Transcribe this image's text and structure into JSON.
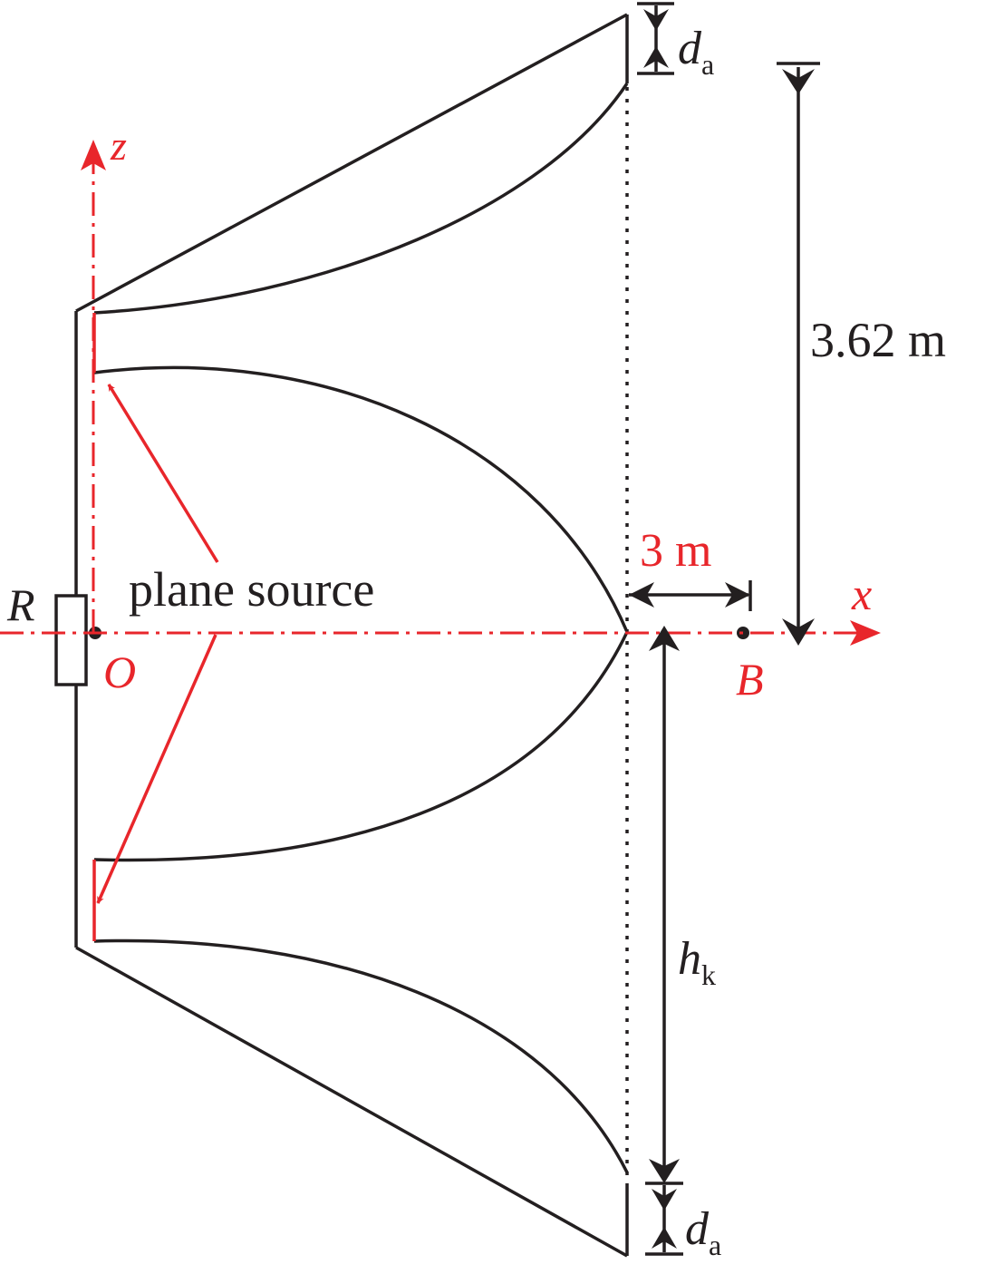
{
  "labels": {
    "z_axis": "z",
    "x_axis": "x",
    "origin": "O",
    "point_b": "B",
    "resistor": "R",
    "plane_source": "plane source",
    "dist_3m": "3 m",
    "dist_362m": "3.62 m",
    "d_main": "d",
    "d_sub": "a",
    "h_main": "h",
    "h_sub": "k"
  },
  "colors": {
    "ink": "#231f20",
    "accent": "#e8262b"
  }
}
